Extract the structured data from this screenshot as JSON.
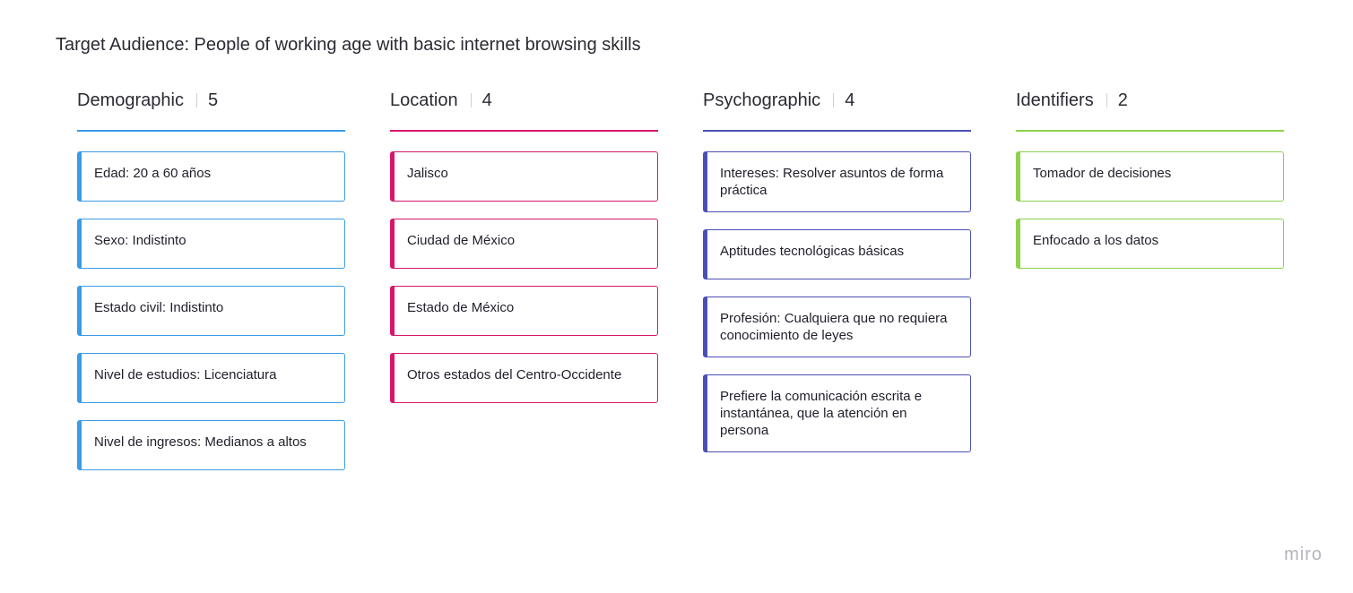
{
  "title": "Target Audience: People of working age with basic internet browsing skills",
  "brand": "miro",
  "columns": [
    {
      "name": "Demographic",
      "count": "5",
      "color": "#3a9be6",
      "cards": [
        "Edad: 20 a 60 años",
        "Sexo: Indistinto",
        "Estado civil: Indistinto",
        "Nivel de estudios: Licenciatura",
        "Nivel de ingresos: Medianos a altos"
      ]
    },
    {
      "name": "Location",
      "count": "4",
      "color": "#d6186a",
      "cards": [
        "Jalisco",
        "Ciudad de México",
        "Estado de México",
        "Otros estados del Centro-Occidente"
      ]
    },
    {
      "name": "Psychographic",
      "count": "4",
      "color": "#4a4fb4",
      "cards": [
        "Intereses: Resolver asuntos de forma práctica",
        "Aptitudes tecnológicas básicas",
        "Profesión: Cualquiera que no requiera conocimiento de leyes",
        "Prefiere la comunicación escrita e instantánea, que la atención en persona"
      ]
    },
    {
      "name": "Identifiers",
      "count": "2",
      "color": "#8dd24e",
      "cards": [
        "Tomador de decisiones",
        "Enfocado a los datos"
      ]
    }
  ]
}
